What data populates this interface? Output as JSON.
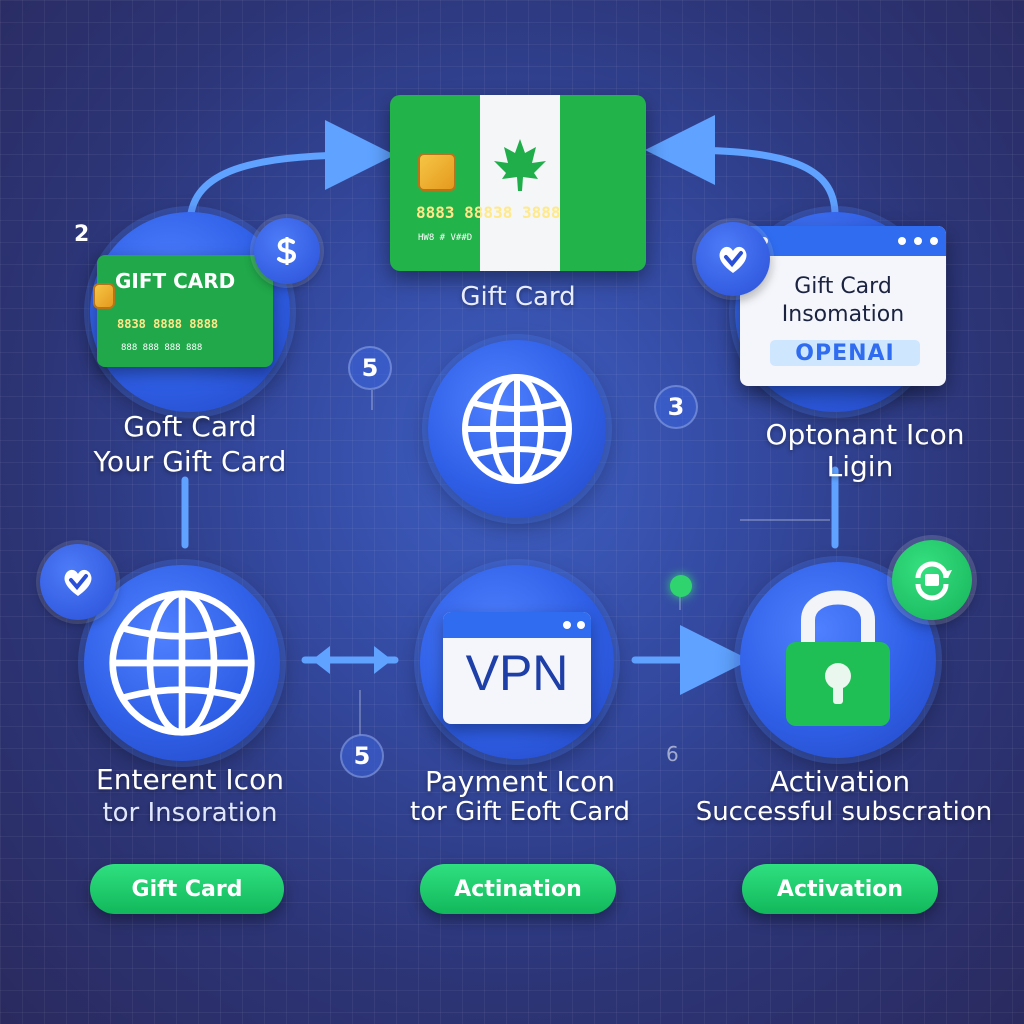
{
  "diagram": {
    "top_card": {
      "label": "Gift Card",
      "number_text": "8883 88838 3888",
      "small_text": "HW8  # V##D"
    },
    "left_card": {
      "title": "GIFT CARD",
      "number_text": "8838 8888 8888",
      "small_text": "888 888 888 888"
    },
    "info_window": {
      "line1": "Gift Card",
      "line2": "Insomation",
      "pill": "OPENAI"
    },
    "vpn_window": {
      "text": "VPN"
    },
    "labels": {
      "top_left_line1": "Goft Card",
      "top_left_line2": "Your Gift Card",
      "top_right_line1": "Optonant Icon",
      "top_right_line2": "Ligin",
      "bottom_left_line1": "Enterent Icon",
      "bottom_left_line2": "tor Insoration",
      "bottom_mid_line1": "Payment Icon",
      "bottom_mid_line2": "tor Gift Eoft Card",
      "bottom_right_line1": "Activation",
      "bottom_right_line2": "Successful subscration"
    },
    "step_numbers": {
      "left_corner": "2",
      "top_mid_left": "5",
      "top_mid_right": "3",
      "bottom_mid_left": "5",
      "bottom_mid_right": "6"
    },
    "buttons": {
      "left": "Gift Card",
      "middle": "Actination",
      "right": "Activation"
    },
    "colors": {
      "background": "#2c3577",
      "circle_blue": "#2f5fe6",
      "card_green": "#22b34a",
      "button_green": "#12b85b",
      "accent_blue": "#2f6cf0",
      "chip_gold": "#f6c544"
    },
    "icons": [
      "dollar-icon",
      "heart-check-icon",
      "globe-icon",
      "lock-icon",
      "refresh-cash-icon",
      "maple-leaf-icon",
      "chip-icon"
    ]
  }
}
